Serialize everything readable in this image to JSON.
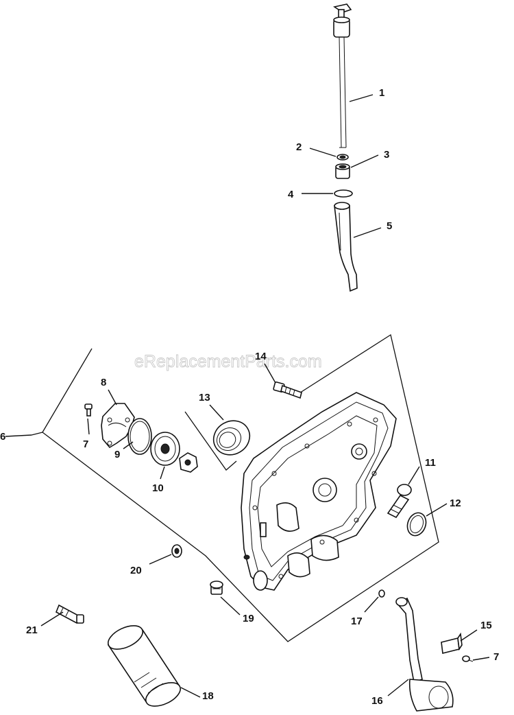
{
  "watermark": "eReplacementParts.com",
  "callouts": [
    {
      "id": "c1",
      "label": "1"
    },
    {
      "id": "c2",
      "label": "2"
    },
    {
      "id": "c3",
      "label": "3"
    },
    {
      "id": "c4",
      "label": "4"
    },
    {
      "id": "c5",
      "label": "5"
    },
    {
      "id": "c6",
      "label": "6"
    },
    {
      "id": "c7a",
      "label": "7"
    },
    {
      "id": "c7b",
      "label": "7"
    },
    {
      "id": "c8",
      "label": "8"
    },
    {
      "id": "c9",
      "label": "9"
    },
    {
      "id": "c10",
      "label": "10"
    },
    {
      "id": "c11",
      "label": "11"
    },
    {
      "id": "c12",
      "label": "12"
    },
    {
      "id": "c13",
      "label": "13"
    },
    {
      "id": "c14",
      "label": "14"
    },
    {
      "id": "c15",
      "label": "15"
    },
    {
      "id": "c16",
      "label": "16"
    },
    {
      "id": "c17",
      "label": "17"
    },
    {
      "id": "c18",
      "label": "18"
    },
    {
      "id": "c19",
      "label": "19"
    },
    {
      "id": "c20",
      "label": "20"
    },
    {
      "id": "c21",
      "label": "21"
    }
  ]
}
